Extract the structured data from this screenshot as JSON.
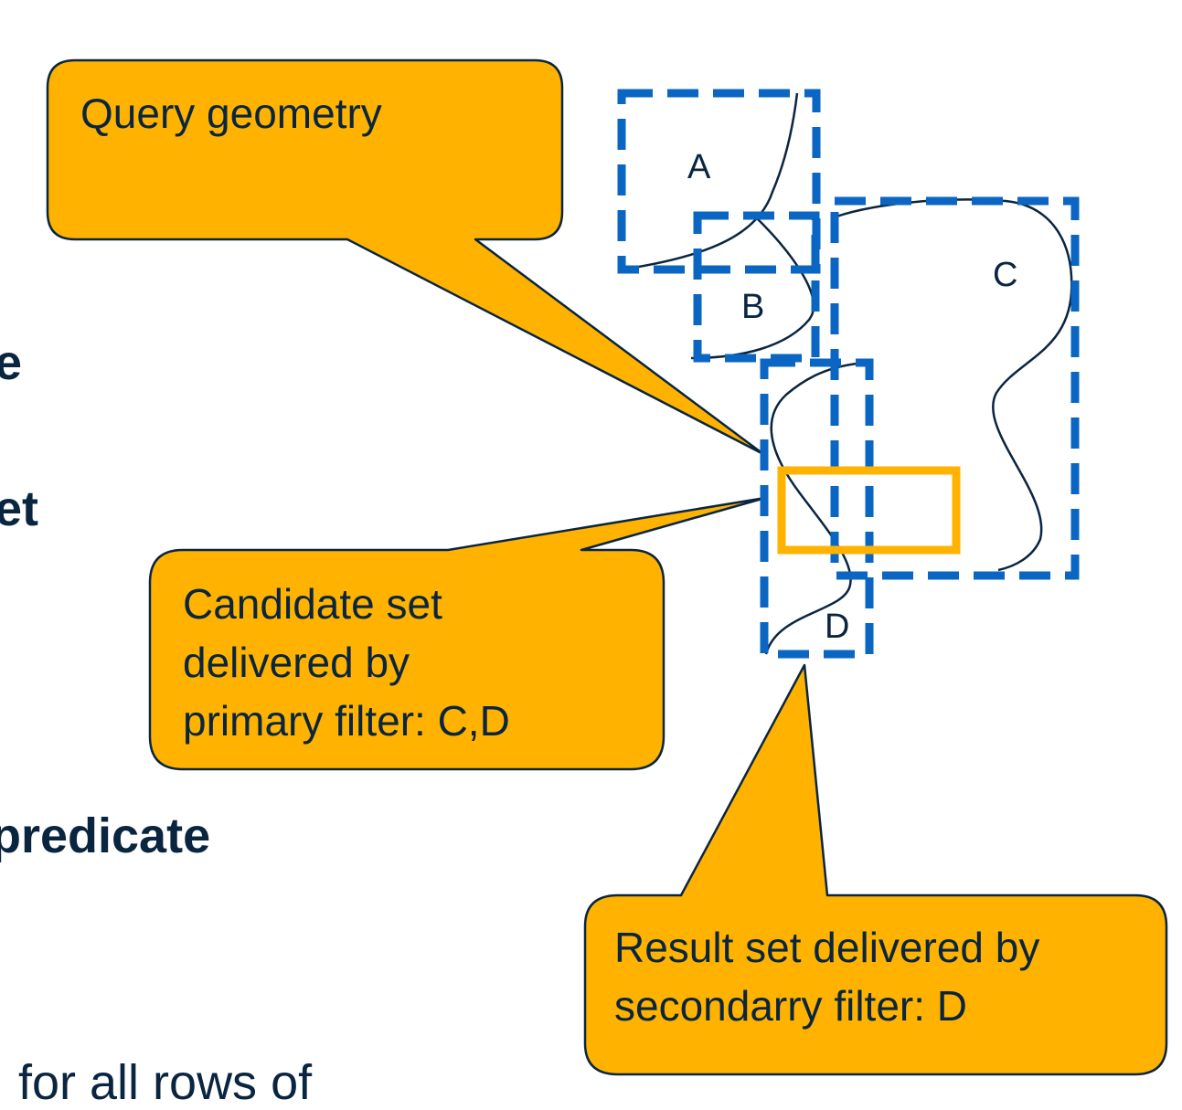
{
  "colors": {
    "callout_fill": "#ffb300",
    "callout_stroke": "#0a2540",
    "mbr_dash": "#0a66c2",
    "query_rect": "#ffb300",
    "text": "#0a2540"
  },
  "background_text": {
    "frag1": "e",
    "frag2": "et",
    "frag3": "predicate",
    "frag4": "for all rows of"
  },
  "callouts": {
    "query": {
      "lines": [
        "Query geometry"
      ]
    },
    "candidate": {
      "lines": [
        "Candidate set",
        "delivered by",
        "primary filter: C,D"
      ]
    },
    "result": {
      "lines": [
        "Result set delivered by",
        "secondarry filter: D"
      ]
    }
  },
  "labels": {
    "a": "A",
    "b": "B",
    "c": "C",
    "d": "D"
  }
}
